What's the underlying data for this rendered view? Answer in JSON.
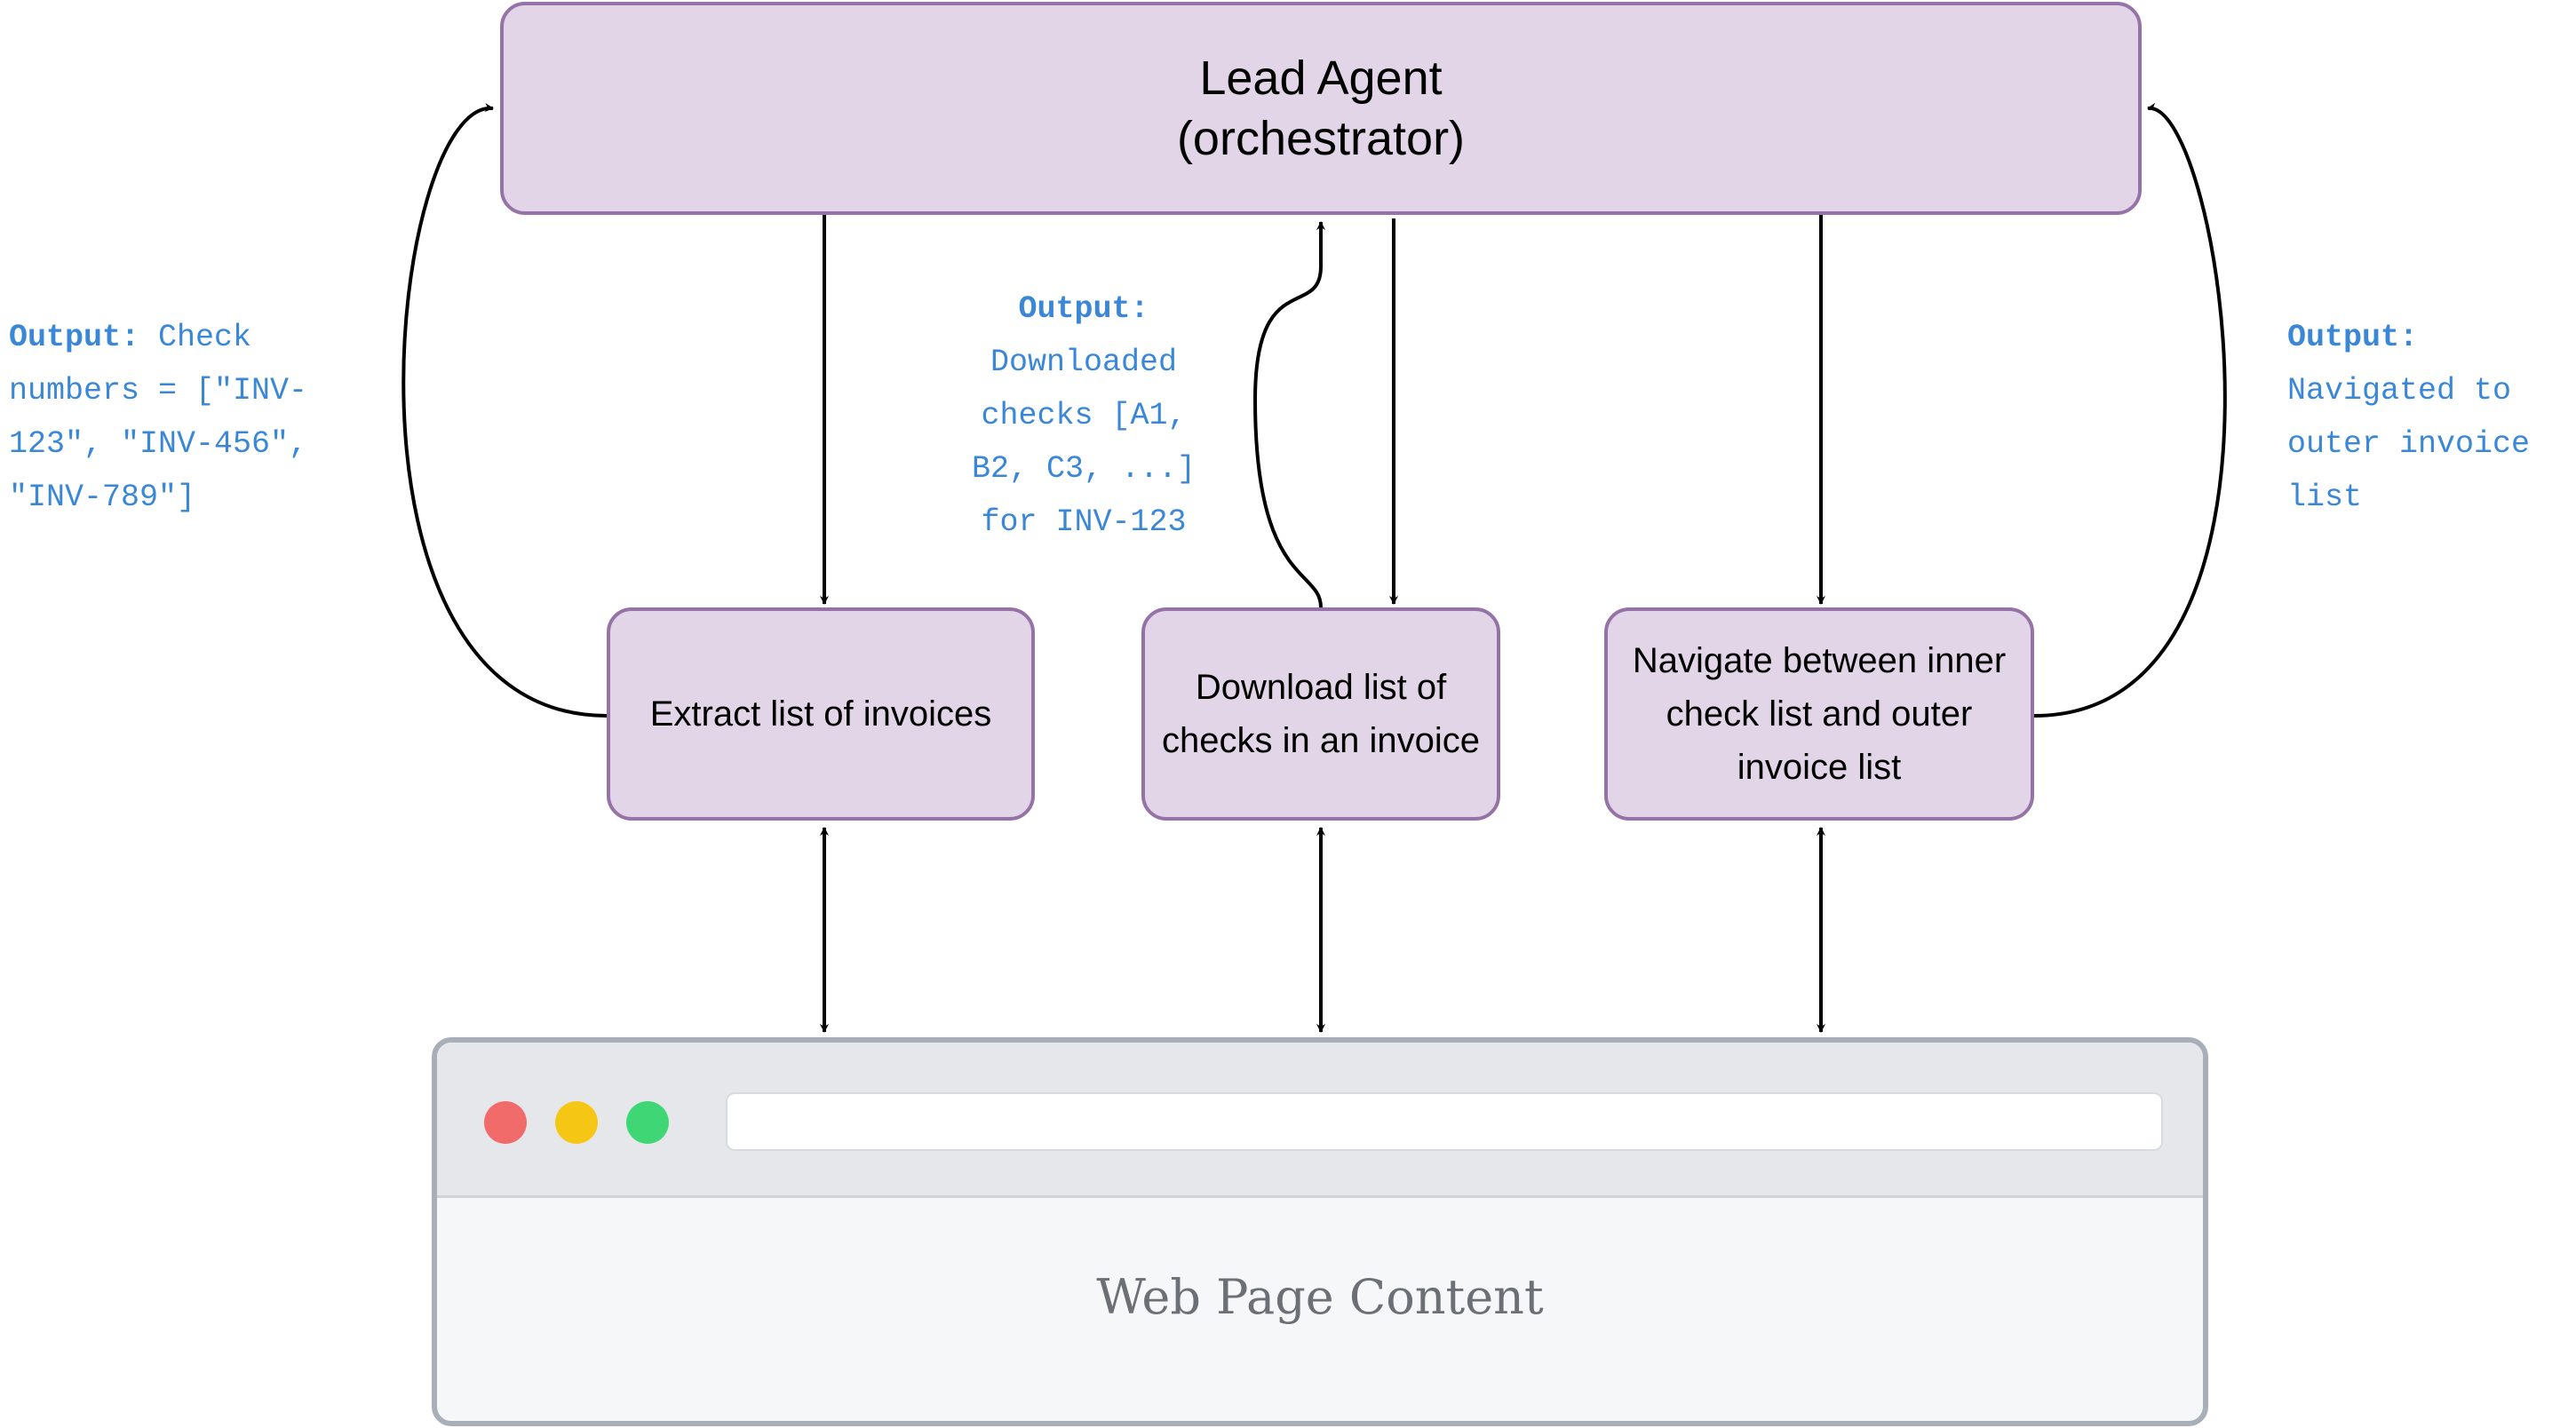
{
  "lead_agent": {
    "label": "Lead Agent\n(orchestrator)"
  },
  "sub_agents": [
    {
      "id": "extract",
      "label": "Extract list of invoices"
    },
    {
      "id": "download",
      "label": "Download list of\nchecks in an invoice"
    },
    {
      "id": "navigate",
      "label": "Navigate between inner\ncheck list and outer\ninvoice list"
    }
  ],
  "outputs": {
    "left": {
      "heading": "Output:",
      "text": " Check\nnumbers = [\"INV-\n123\", \"INV-456\",\n\"INV-789\"]"
    },
    "middle": {
      "heading": "Output:",
      "text": "Downloaded\nchecks [A1,\nB2, C3, ...]\nfor INV-123"
    },
    "right": {
      "heading": "Output:",
      "text": "Navigated to\nouter invoice\nlist"
    }
  },
  "browser": {
    "content_label": "Web Page Content"
  },
  "colors": {
    "box_fill": "#e1d5e7",
    "box_stroke": "#9673a6",
    "note_text": "#3a87d8",
    "edge": "#000000"
  }
}
